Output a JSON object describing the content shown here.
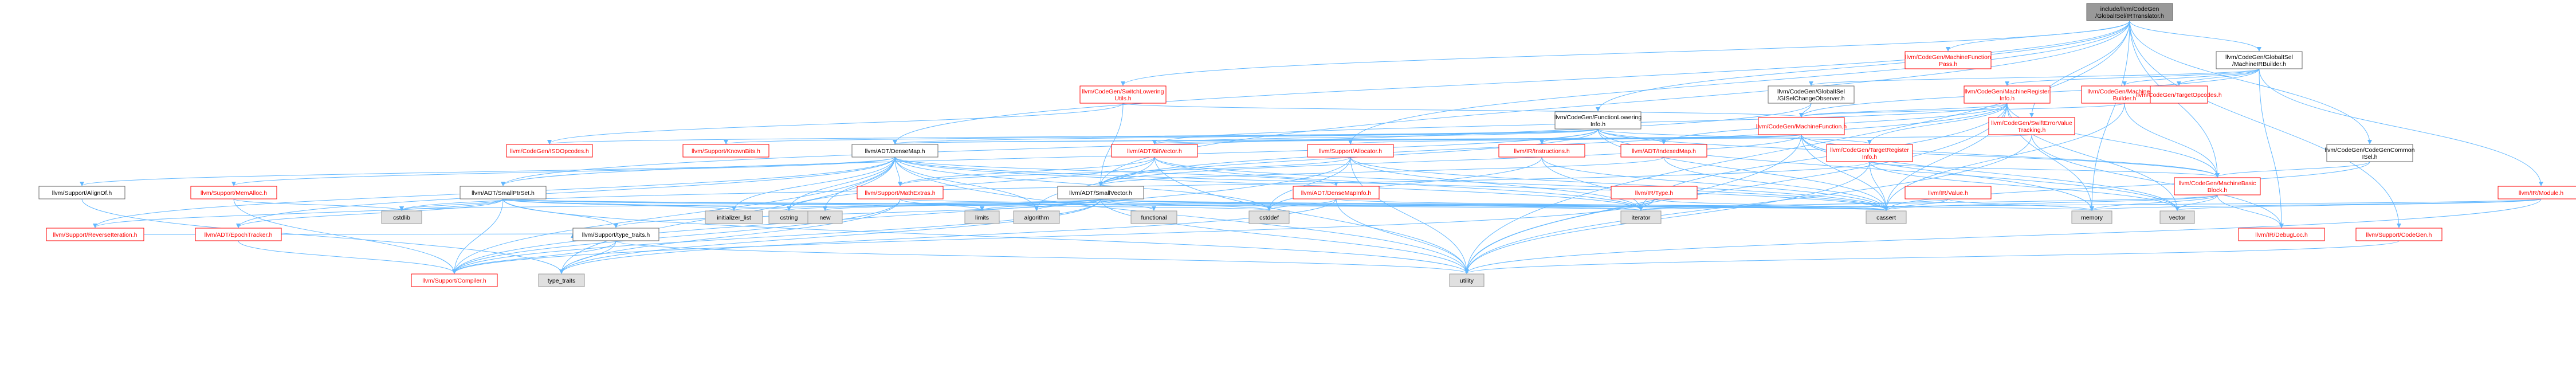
{
  "colors": {
    "root_fill": "#999999",
    "red_text": "#ff0000",
    "red_border": "#ff0000",
    "plain_border": "#666666",
    "system_fill": "#e0e0e0",
    "edge": "#63b8ff",
    "text": "#000000"
  },
  "nodes": {
    "root": [
      "include/llvm/CodeGen",
      "/GlobalISel/IRTranslator.h"
    ],
    "mfpass": [
      "llvm/CodeGen/MachineFunction",
      "Pass.h"
    ],
    "gisel_mirbuilder": [
      "llvm/CodeGen/GlobalISel",
      "/MachineIRBuilder.h"
    ],
    "gisel_changeobs": [
      "llvm/CodeGen/GlobalISel",
      "/GISelChangeObserver.h"
    ],
    "mri": [
      "llvm/CodeGen/MachineRegister",
      "Info.h"
    ],
    "mibuilder": [
      "llvm/CodeGen/MachineInstr",
      "Builder.h"
    ],
    "targetopcodes": [
      "llvm/CodeGen/TargetOpcodes.h"
    ],
    "switchlowering": [
      "llvm/CodeGen/SwitchLowering",
      "Utils.h"
    ],
    "funclowering": [
      "llvm/CodeGen/FunctionLowering",
      "Info.h"
    ],
    "machinefunction": [
      "llvm/CodeGen/MachineFunction.h"
    ],
    "swifterror": [
      "llvm/CodeGen/SwiftErrorValue",
      "Tracking.h"
    ],
    "isdopcodes": [
      "llvm/CodeGen/ISDOpcodes.h"
    ],
    "knownbits": [
      "llvm/Support/KnownBits.h"
    ],
    "densemap": [
      "llvm/ADT/DenseMap.h"
    ],
    "bitvector": [
      "llvm/ADT/BitVector.h"
    ],
    "allocator": [
      "llvm/Support/Allocator.h"
    ],
    "instructions": [
      "llvm/IR/Instructions.h"
    ],
    "indexedmap": [
      "llvm/ADT/IndexedMap.h"
    ],
    "targetreginfo": [
      "llvm/CodeGen/TargetRegister",
      "Info.h"
    ],
    "codegencommon": [
      "llvm/CodeGen/CodeGenCommon",
      "ISel.h"
    ],
    "machinebb": [
      "llvm/CodeGen/MachineBasic",
      "Block.h"
    ],
    "irmodule": [
      "llvm/IR/Module.h"
    ],
    "alignof": [
      "llvm/Support/AlignOf.h"
    ],
    "memalloc": [
      "llvm/Support/MemAlloc.h"
    ],
    "smallptrset": [
      "llvm/ADT/SmallPtrSet.h"
    ],
    "mathextras": [
      "llvm/Support/MathExtras.h"
    ],
    "smallvector": [
      "llvm/ADT/SmallVector.h"
    ],
    "densemapinfo": [
      "llvm/ADT/DenseMapInfo.h"
    ],
    "irtype": [
      "llvm/IR/Type.h"
    ],
    "irvalue": [
      "llvm/IR/Value.h"
    ],
    "revert": [
      "llvm/Support/ReverseIteration.h"
    ],
    "epochtracker": [
      "llvm/ADT/EpochTracker.h"
    ],
    "cstdlib": [
      "cstdlib"
    ],
    "typetraits_h": [
      "llvm/Support/type_traits.h"
    ],
    "initlist": [
      "initializer_list"
    ],
    "cstring": [
      "cstring"
    ],
    "new": [
      "new"
    ],
    "limits": [
      "limits"
    ],
    "algorithm": [
      "algorithm"
    ],
    "functional": [
      "functional"
    ],
    "cstddef": [
      "cstddef"
    ],
    "iterator": [
      "iterator"
    ],
    "cassert": [
      "cassert"
    ],
    "memory": [
      "memory"
    ],
    "vector": [
      "vector"
    ],
    "debugloc": [
      "llvm/IR/DebugLoc.h"
    ],
    "supportcodegen": [
      "llvm/Support/CodeGen.h"
    ],
    "compiler": [
      "llvm/Support/Compiler.h"
    ],
    "type_traits": [
      "type_traits"
    ],
    "utility": [
      "utility"
    ]
  }
}
